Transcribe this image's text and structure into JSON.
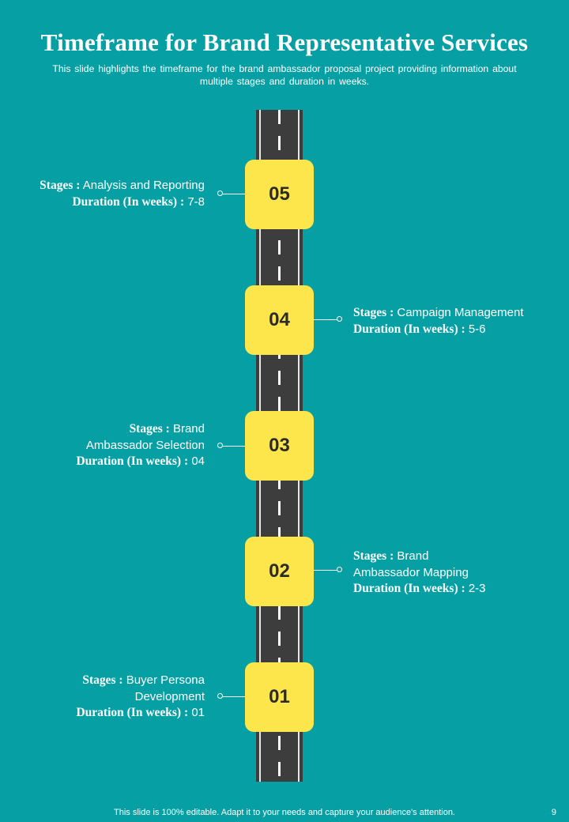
{
  "header": {
    "title": "Timeframe for Brand Representative Services",
    "subtitle": "This slide highlights the timeframe for the brand ambassador proposal project providing information about multiple stages and duration in weeks."
  },
  "labels": {
    "stages": "Stages :",
    "duration": "Duration (In weeks) :"
  },
  "stages": [
    {
      "number": "05",
      "stage_text": "Analysis and Reporting",
      "duration": "7-8"
    },
    {
      "number": "04",
      "stage_text": "Campaign Management",
      "duration": "5-6"
    },
    {
      "number": "03",
      "stage_text": "Brand Ambassador Selection",
      "duration": "04"
    },
    {
      "number": "02",
      "stage_text": "Brand Ambassador Mapping",
      "duration": "2-3"
    },
    {
      "number": "01",
      "stage_text": "Buyer Persona Development",
      "duration": "01"
    }
  ],
  "colors": {
    "background": "#06a0a4",
    "stage_box": "#fde54c",
    "road": "#3d3d3d"
  },
  "footer": {
    "note": "This slide is 100% editable. Adapt it to your needs and capture your audience's attention.",
    "page_number": "9"
  }
}
